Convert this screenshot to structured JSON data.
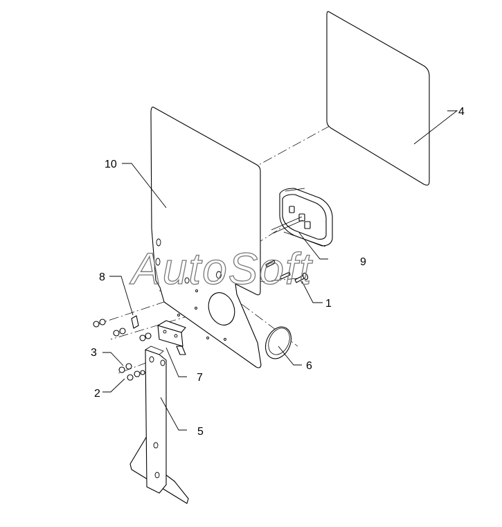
{
  "watermark": "AutoSoft",
  "callouts": {
    "c1": "1",
    "c2": "2",
    "c3": "3",
    "c4": "4",
    "c5": "5",
    "c6": "6",
    "c7": "7",
    "c8": "8",
    "c9": "9",
    "c10": "10"
  },
  "colors": {
    "line": "#000000",
    "background": "#ffffff",
    "watermark": "#777777"
  }
}
